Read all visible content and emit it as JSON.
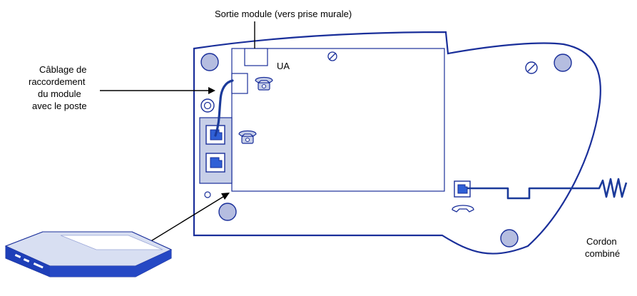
{
  "labels": {
    "module_output": "Sortie module (vers prise murale)",
    "ua": "UA",
    "cabling": [
      "Câblage de",
      "raccordement",
      "du module",
      "avec le poste"
    ],
    "handset_cord": [
      "Cordon",
      "combiné"
    ]
  },
  "colors": {
    "outline": "#1a2f9a",
    "fill_light": "#c7cfe8",
    "screw": "#b5bde0",
    "cable": "#1b3a9a",
    "module_top": "#d8dff2",
    "module_side": "#2f5fd6",
    "module_front": "#1e3fb8",
    "arrow": "#000000"
  },
  "icons": [
    "phone-icon",
    "rj45-port-icon",
    "screw-slot-icon",
    "handset-icon",
    "module-box-icon"
  ]
}
